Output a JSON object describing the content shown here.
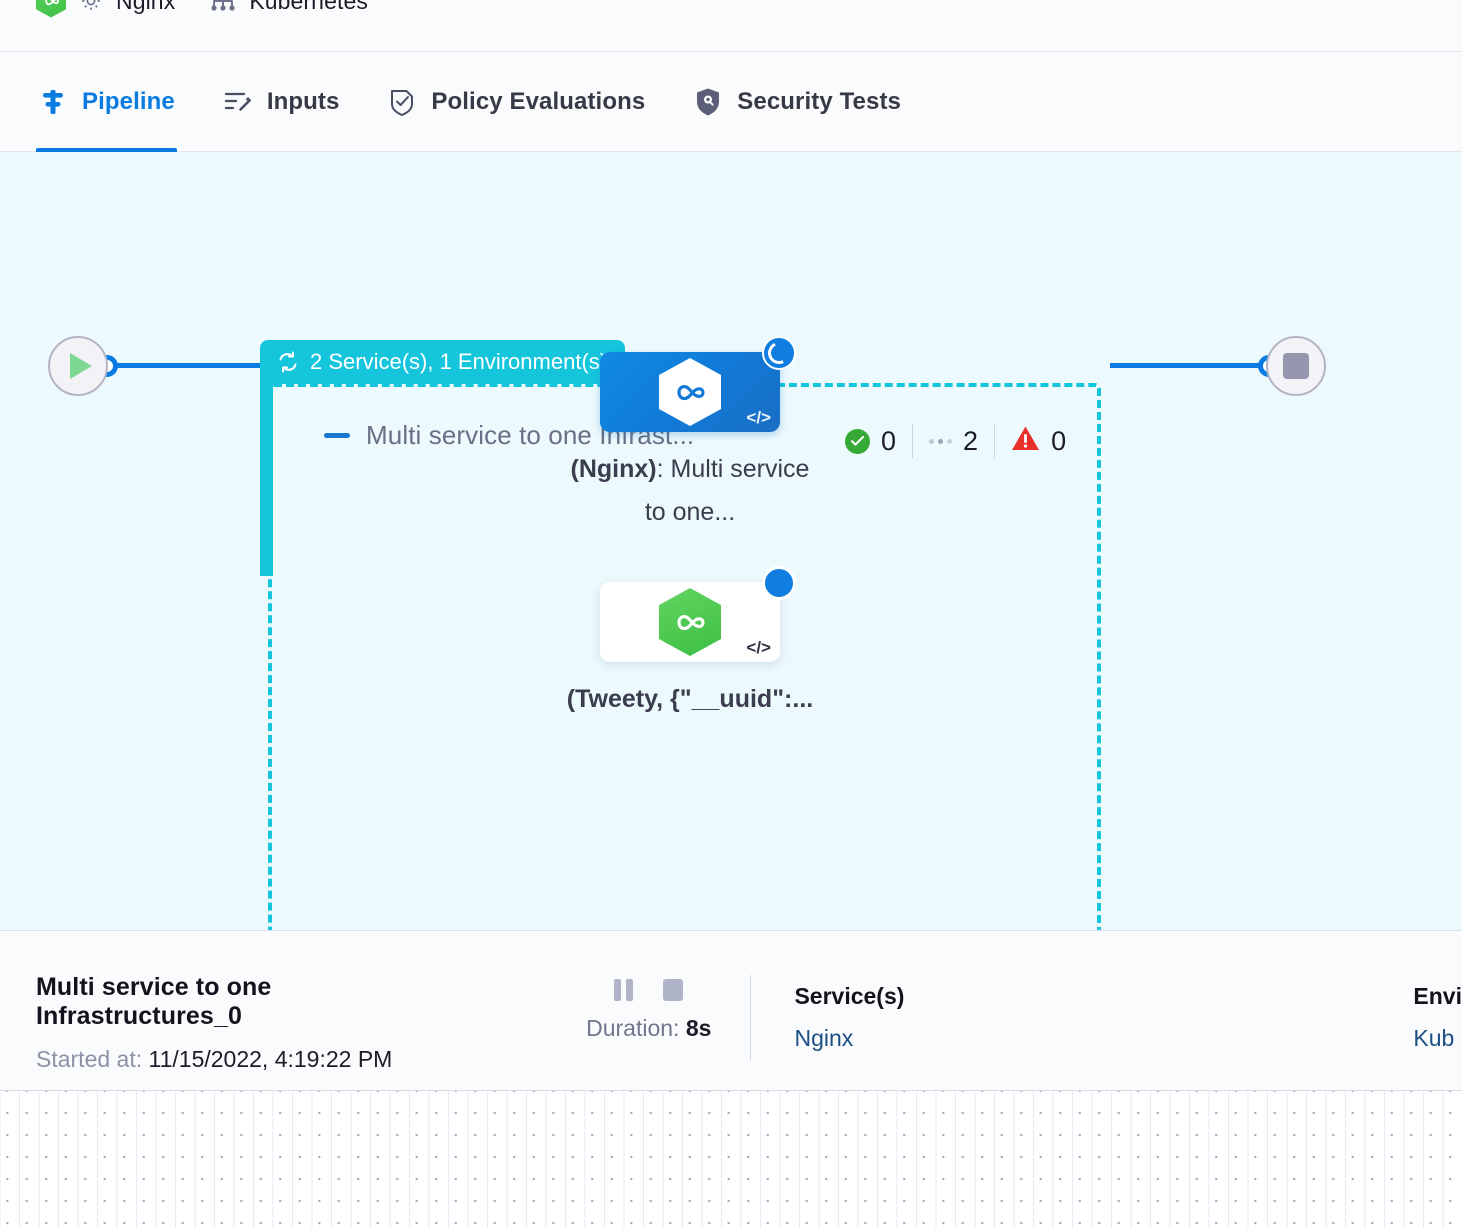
{
  "topstrip": {
    "items": [
      {
        "icon": "service-hexagon-icon",
        "label": "Nginx",
        "lead_icon": "gear-icon"
      },
      {
        "icon": "kubernetes-icon",
        "label": "Kubernetes"
      }
    ],
    "service_label": "Nginx",
    "environment_label": "Kubernetes"
  },
  "tabs": [
    {
      "label": "Pipeline",
      "icon": "pipeline-icon",
      "active": true
    },
    {
      "label": "Inputs",
      "icon": "inputs-icon",
      "active": false
    },
    {
      "label": "Policy Evaluations",
      "icon": "policy-shield-check-icon",
      "active": false
    },
    {
      "label": "Security Tests",
      "icon": "security-shield-icon",
      "active": false
    }
  ],
  "graph": {
    "group": {
      "tab_label": "2 Service(s), 1 Environment(s)",
      "tab_icon": "loop-repeat-icon"
    },
    "stage": {
      "collapse_icon": "collapse-minus-icon",
      "title": "Multi service to one Infrast...",
      "counters": [
        {
          "icon": "success-check-icon",
          "value": "0"
        },
        {
          "icon": "pending-dots-icon",
          "value": "2"
        },
        {
          "icon": "warning-triangle-icon",
          "value": "0"
        }
      ]
    },
    "nodes": [
      {
        "id": "node-nginx",
        "status_icon": "running-spinner-badge",
        "code_glyph": "</>",
        "label_bold": "(Nginx)",
        "label_rest": ": Multi service to one..."
      },
      {
        "id": "node-tweety",
        "status_icon": "selected-dot-badge",
        "code_glyph": "</>",
        "label_bold": "(Tweety, {\"__uuid\":...",
        "label_rest": ""
      }
    ],
    "start_node": {
      "icon": "play-icon"
    },
    "end_node": {
      "icon": "stop-icon"
    }
  },
  "details": {
    "title": "Multi service to one Infrastructures_0",
    "started_label": "Started at:",
    "started_value": "11/15/2022, 4:19:22 PM",
    "duration_label": "Duration:",
    "duration_value": "8s",
    "pause_icon": "pause-icon",
    "stop_icon": "stop-icon",
    "services": {
      "heading": "Service(s)",
      "value": "Nginx"
    },
    "environments": {
      "heading": "Envi",
      "value": "Kub"
    }
  }
}
